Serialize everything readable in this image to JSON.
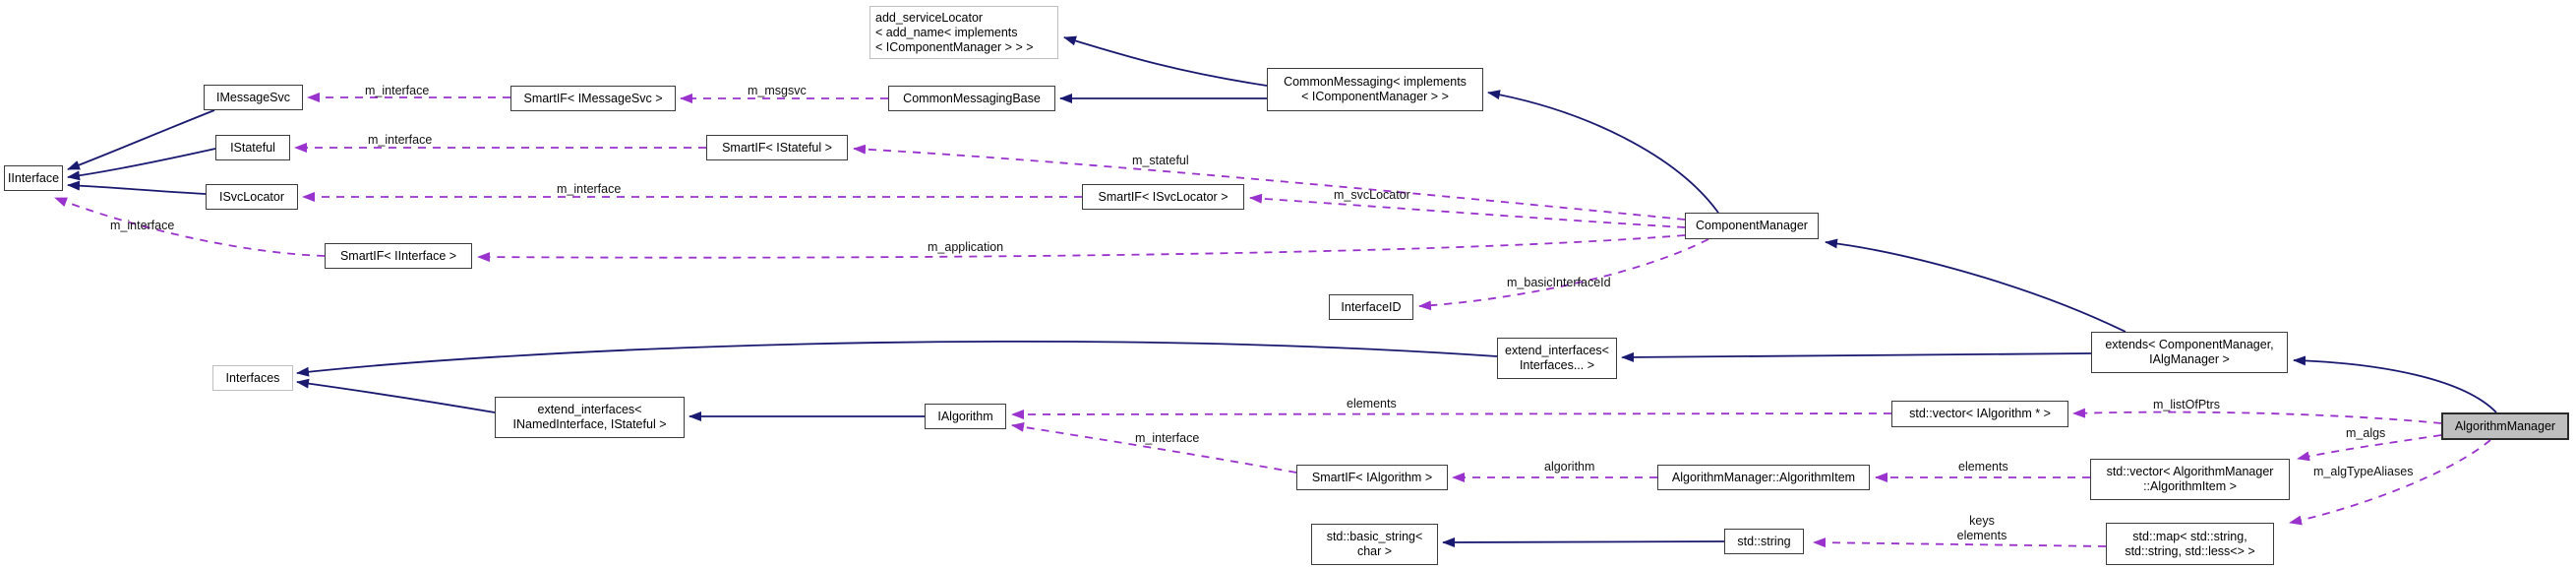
{
  "diagram": {
    "colors": {
      "inheritance_edge": "#191970",
      "usage_edge": "#9a32cd",
      "node_border": "#3c3c3c",
      "truncated_node_border": "#bfbfbf",
      "highlight_node_fill": "#bfbfbf",
      "background": "#ffffff"
    },
    "nodes": {
      "add_servicelocator": {
        "label": "add_serviceLocator\n< add_name< implements\n< IComponentManager > > >"
      },
      "imessagesvc": {
        "label": "IMessageSvc"
      },
      "smartif_imessagesvc": {
        "label": "SmartIF< IMessageSvc >"
      },
      "commonmessagingbase": {
        "label": "CommonMessagingBase"
      },
      "commonmessaging": {
        "label": "CommonMessaging< implements\n< IComponentManager > >"
      },
      "iinterface": {
        "label": "IInterface"
      },
      "istateful": {
        "label": "IStateful"
      },
      "smartif_istateful": {
        "label": "SmartIF< IStateful >"
      },
      "isvclocator": {
        "label": "ISvcLocator"
      },
      "smartif_isvclocator": {
        "label": "SmartIF< ISvcLocator >"
      },
      "smartif_iinterface": {
        "label": "SmartIF< IInterface >"
      },
      "componentmanager": {
        "label": "ComponentManager"
      },
      "interfaceid": {
        "label": "InterfaceID"
      },
      "interfaces": {
        "label": "Interfaces"
      },
      "extend_interfaces_variadic": {
        "label": "extend_interfaces<\nInterfaces... >"
      },
      "extends_compmgr": {
        "label": "extends< ComponentManager,\nIAlgManager >"
      },
      "extend_interfaces_named": {
        "label": "extend_interfaces<\nINamedInterface, IStateful >"
      },
      "ialgorithm": {
        "label": "IAlgorithm"
      },
      "vector_ialgorithm": {
        "label": "std::vector< IAlgorithm * >"
      },
      "algorithmmanager": {
        "label": "AlgorithmManager"
      },
      "smartif_ialgorithm": {
        "label": "SmartIF< IAlgorithm >"
      },
      "algorithmitem": {
        "label": "AlgorithmManager::AlgorithmItem"
      },
      "vector_algorithmitem": {
        "label": "std::vector< AlgorithmManager\n::AlgorithmItem >"
      },
      "basic_string": {
        "label": "std::basic_string<\nchar >"
      },
      "std_string": {
        "label": "std::string"
      },
      "std_map": {
        "label": "std::map< std::string,\nstd::string, std::less<> >"
      }
    },
    "edge_labels": {
      "m_interface_imessagesvc": "m_interface",
      "m_msgsvc": "m_msgsvc",
      "m_interface_istateful": "m_interface",
      "m_stateful": "m_stateful",
      "m_interface_isvclocator": "m_interface",
      "m_svclocator": "m_svcLocator",
      "m_interface_iinterface": "m_interface",
      "m_application": "m_application",
      "m_basicinterfaceid": "m_basicInterfaceId",
      "elements_listofptrs": "elements",
      "m_listofptrs": "m_listOfPtrs",
      "m_interface_ialgorithm": "m_interface",
      "algorithm": "algorithm",
      "elements_items": "elements",
      "m_algs": "m_algs",
      "m_algtypealiases": "m_algTypeAliases",
      "keys_elements": "keys\nelements"
    }
  }
}
